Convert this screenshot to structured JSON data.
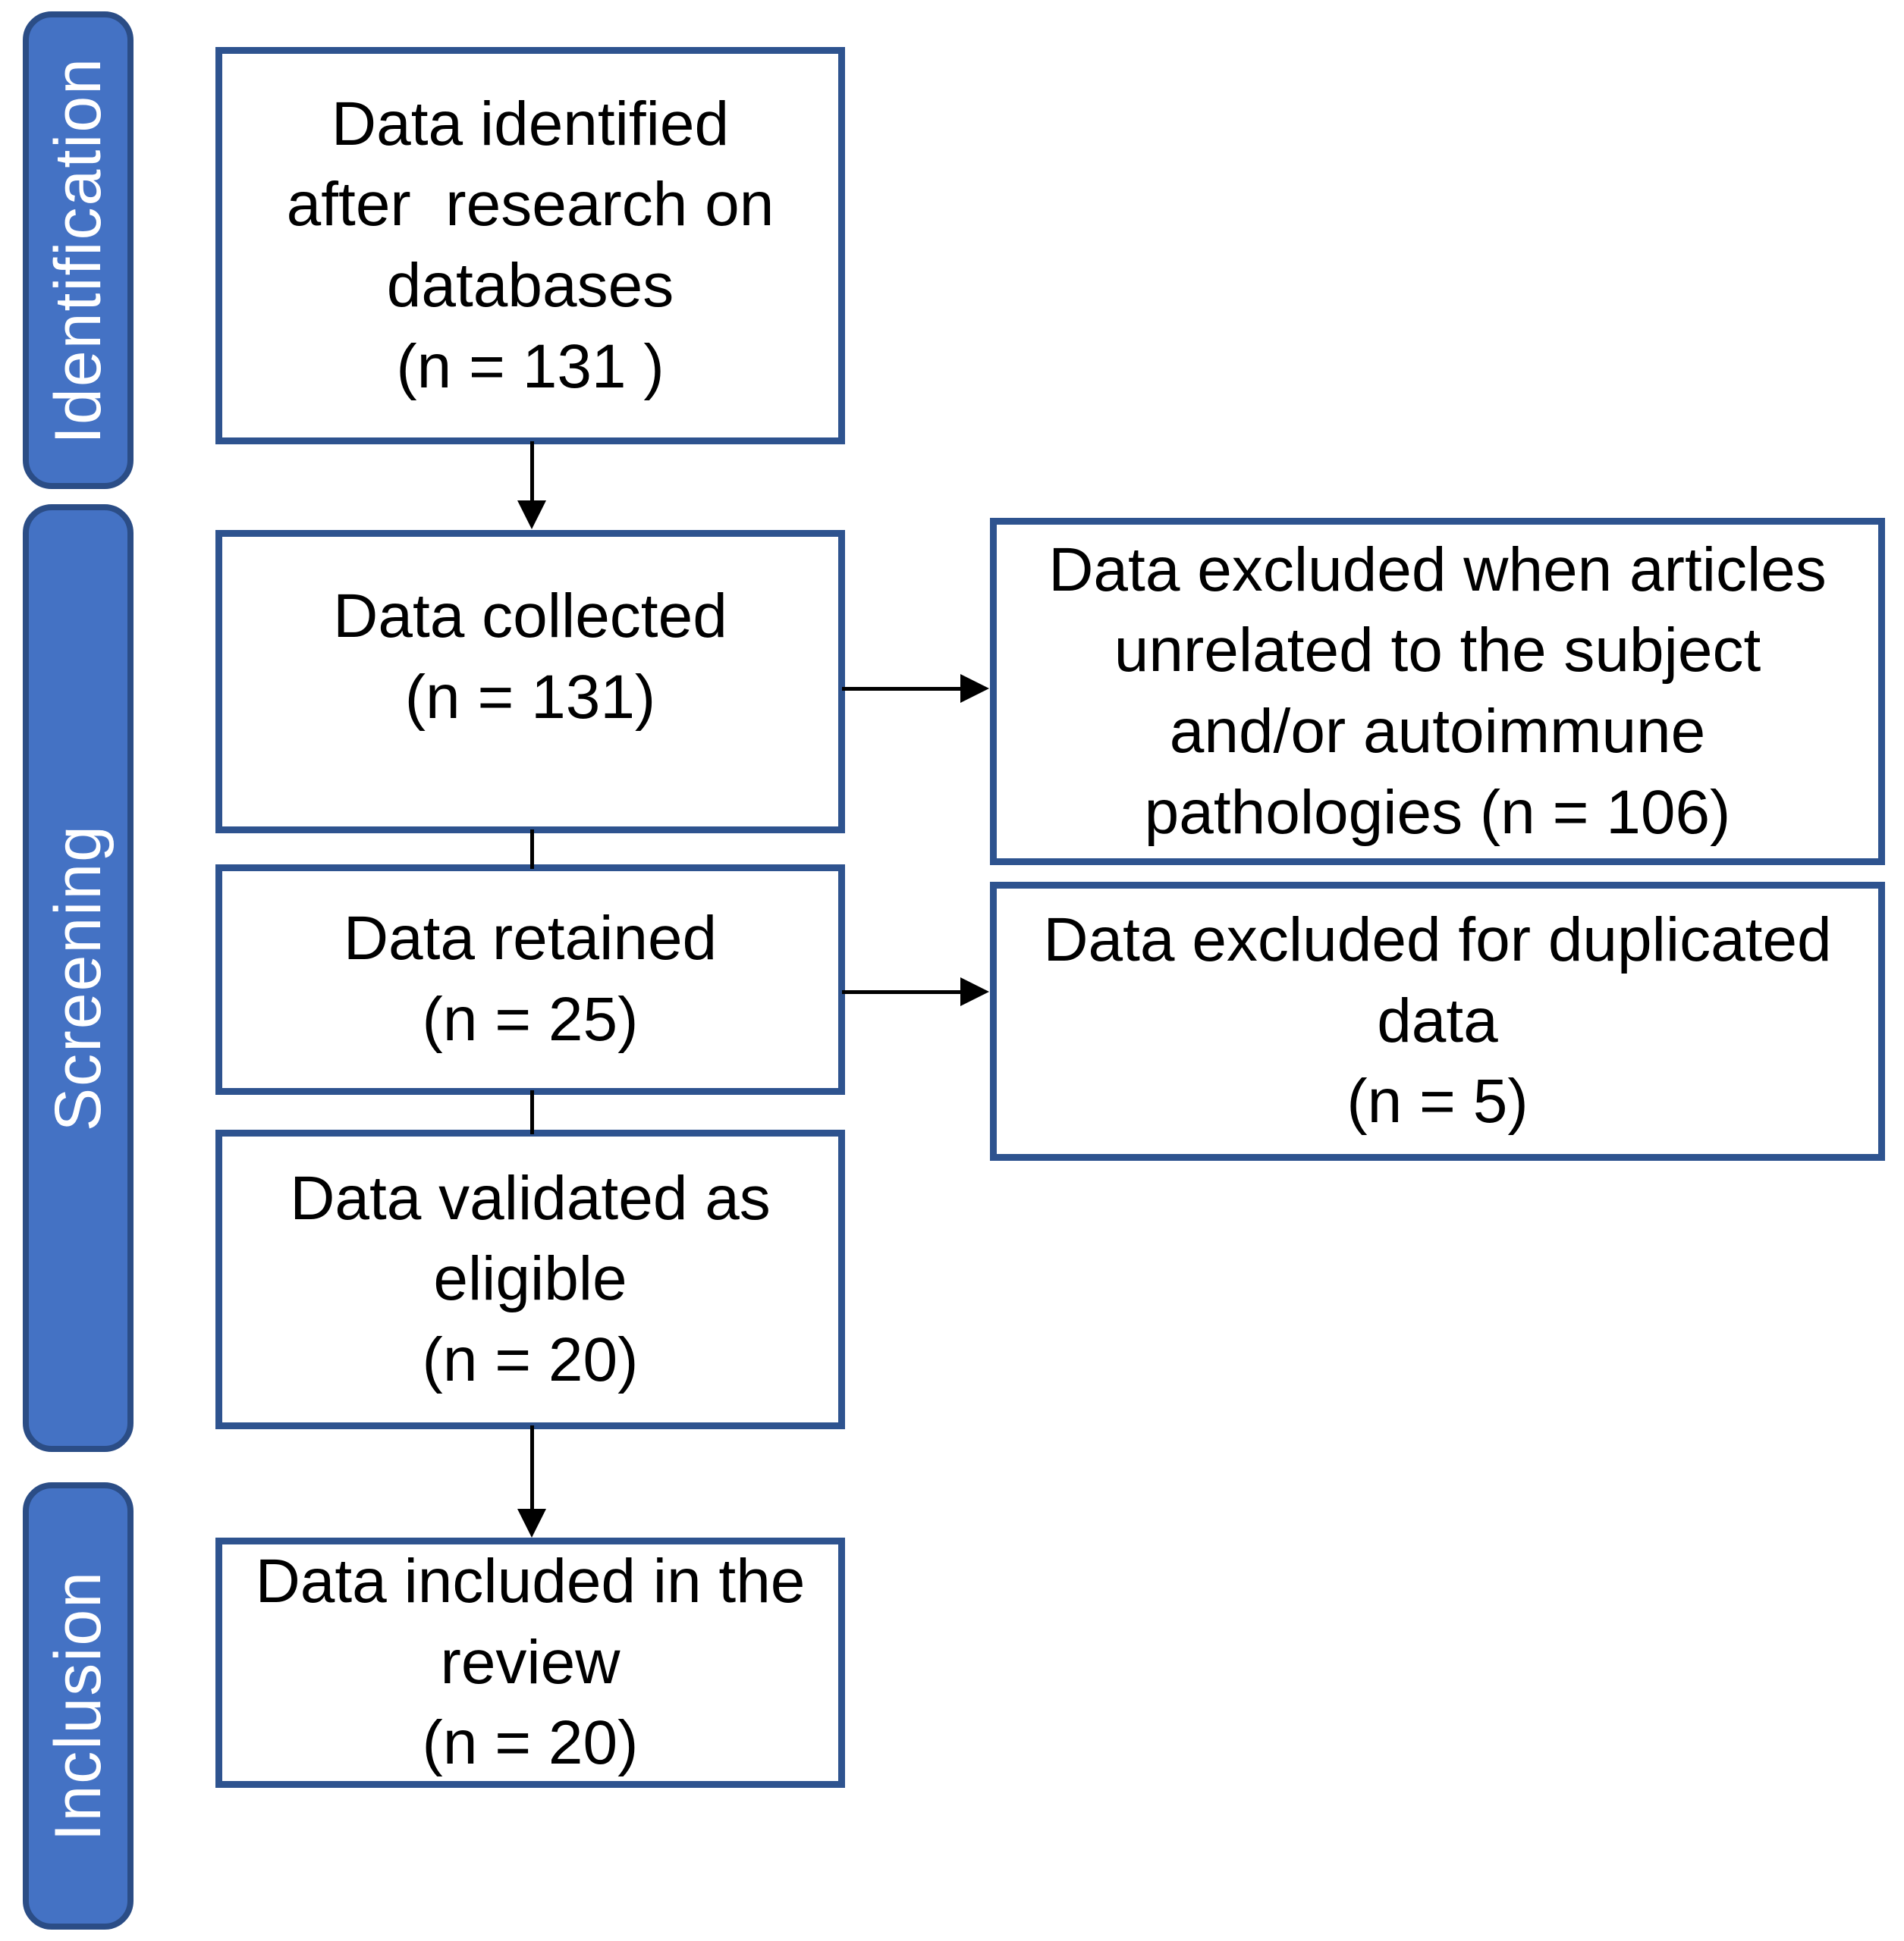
{
  "stages": [
    {
      "label": "Identification"
    },
    {
      "label": "Screening"
    },
    {
      "label": "Inclusion"
    }
  ],
  "boxes": {
    "identified": {
      "text": "Data identified\nafter  research on\ndatabases\n(n = 131 )"
    },
    "collected": {
      "text": "Data collected\n(n = 131)"
    },
    "retained": {
      "text": "Data retained\n(n = 25)"
    },
    "validated": {
      "text": "Data validated as\neligible\n(n = 20)"
    },
    "included": {
      "text": "Data included in the\nreview\n(n = 20)"
    },
    "excluded_unrelated": {
      "text": "Data excluded when articles\nunrelated to the subject\nand/or autoimmune\npathologies (n = 106)"
    },
    "excluded_duplicated": {
      "text": "Data excluded for duplicated\ndata\n(n = 5)"
    }
  },
  "colors": {
    "box-border": "#2e538f",
    "box-fill": "#ffffff",
    "tab-fill": "#4472c4",
    "tab-border": "#2b4d86",
    "tab-text": "#ffffff",
    "arrow": "#000000",
    "text": "#000000",
    "page-bg": "#ffffff"
  }
}
